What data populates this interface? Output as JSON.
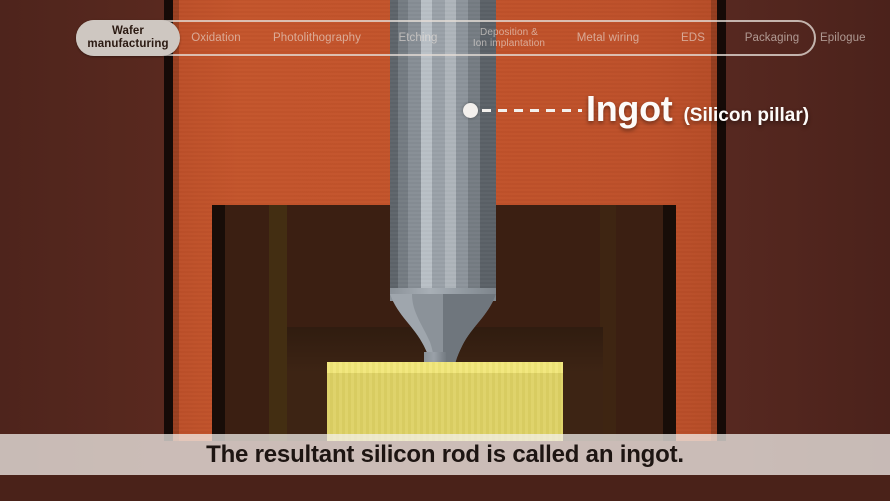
{
  "nav": {
    "active_index": 0,
    "items": [
      {
        "label": "Wafer manufacturing",
        "line1": "Wafer",
        "line2": "manufacturing",
        "active": true
      },
      {
        "label": "Oxidation",
        "active": false
      },
      {
        "label": "Photolithography",
        "active": false
      },
      {
        "label": "Etching",
        "active": false
      },
      {
        "label": "Deposition & Ion implantation",
        "line1": "Deposition &",
        "line2": "Ion implantation",
        "active": false
      },
      {
        "label": "Metal wiring",
        "active": false
      },
      {
        "label": "EDS",
        "active": false
      },
      {
        "label": "Packaging",
        "active": false
      },
      {
        "label": "Epilogue",
        "active": false
      }
    ]
  },
  "callout": {
    "title": "Ingot",
    "subtitle": "(Silicon pillar)",
    "marker": "white-dot-marker",
    "leader": "dashed-leader-line"
  },
  "subtitle": {
    "text": "The resultant silicon rod is called an ingot."
  },
  "scene": {
    "description": "Czochralski crystal-growing furnace pulling a silicon ingot from molten silicon",
    "parts": {
      "ingot": "silicon-pillar",
      "cone": "ingot-cone-taper",
      "neck": "ingot-neck",
      "melt": "molten-silicon",
      "crucible": "crucible-housing",
      "chamber": "furnace-chamber"
    }
  },
  "colors": {
    "background": "#57281f",
    "chamber": "#c2532b",
    "crucible": "#3b1f12",
    "crucible_inner": "#3d2414",
    "melt": "#ddd163",
    "melt_top": "#f1e678",
    "ingot_light": "#b9c0c6",
    "ingot_dark": "#5e646a",
    "nav_active_bg": "#cec7c1",
    "nav_active_text": "#2b1a12",
    "nav_text": "rgba(236,228,222,.60)",
    "callout_text": "#fdfbf9",
    "subtitle_band": "rgba(243,240,236,.74)",
    "subtitle_text": "#1d1512"
  }
}
